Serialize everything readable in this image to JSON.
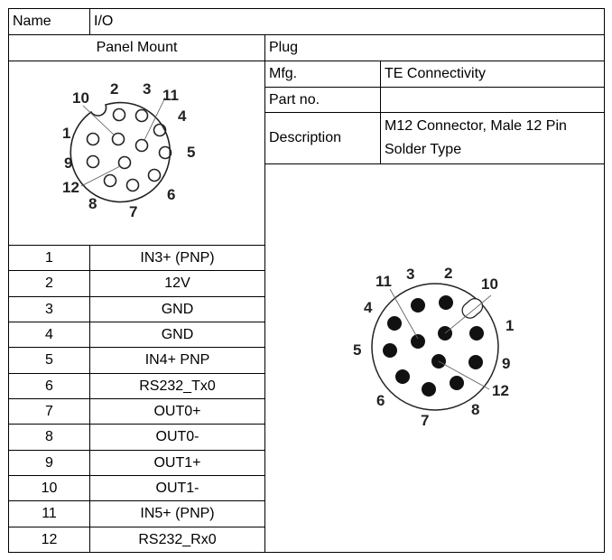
{
  "header": {
    "name_label": "Name",
    "name_value": "I/O"
  },
  "panel_mount": {
    "title": "Panel Mount"
  },
  "plug": {
    "title": "Plug",
    "mfg_label": "Mfg.",
    "mfg_value": "TE Connectivity",
    "part_label": "Part no.",
    "part_value": "",
    "description_label": "Description",
    "description_line1": "M12 Connector, Male 12 Pin",
    "description_line2": "Solder Type"
  },
  "pinout": [
    {
      "pin": "1",
      "signal": "IN3+ (PNP)"
    },
    {
      "pin": "2",
      "signal": "12V"
    },
    {
      "pin": "3",
      "signal": "GND"
    },
    {
      "pin": "4",
      "signal": "GND"
    },
    {
      "pin": "5",
      "signal": "IN4+ PNP"
    },
    {
      "pin": "6",
      "signal": "RS232_Tx0"
    },
    {
      "pin": "7",
      "signal": "OUT0+"
    },
    {
      "pin": "8",
      "signal": "OUT0-"
    },
    {
      "pin": "9",
      "signal": "OUT1+"
    },
    {
      "pin": "10",
      "signal": "OUT1-"
    },
    {
      "pin": "11",
      "signal": "IN5+ (PNP)"
    },
    {
      "pin": "12",
      "signal": "RS232_Rx0"
    }
  ],
  "diagram_labels": [
    "1",
    "2",
    "3",
    "4",
    "5",
    "6",
    "7",
    "8",
    "9",
    "10",
    "11",
    "12"
  ]
}
